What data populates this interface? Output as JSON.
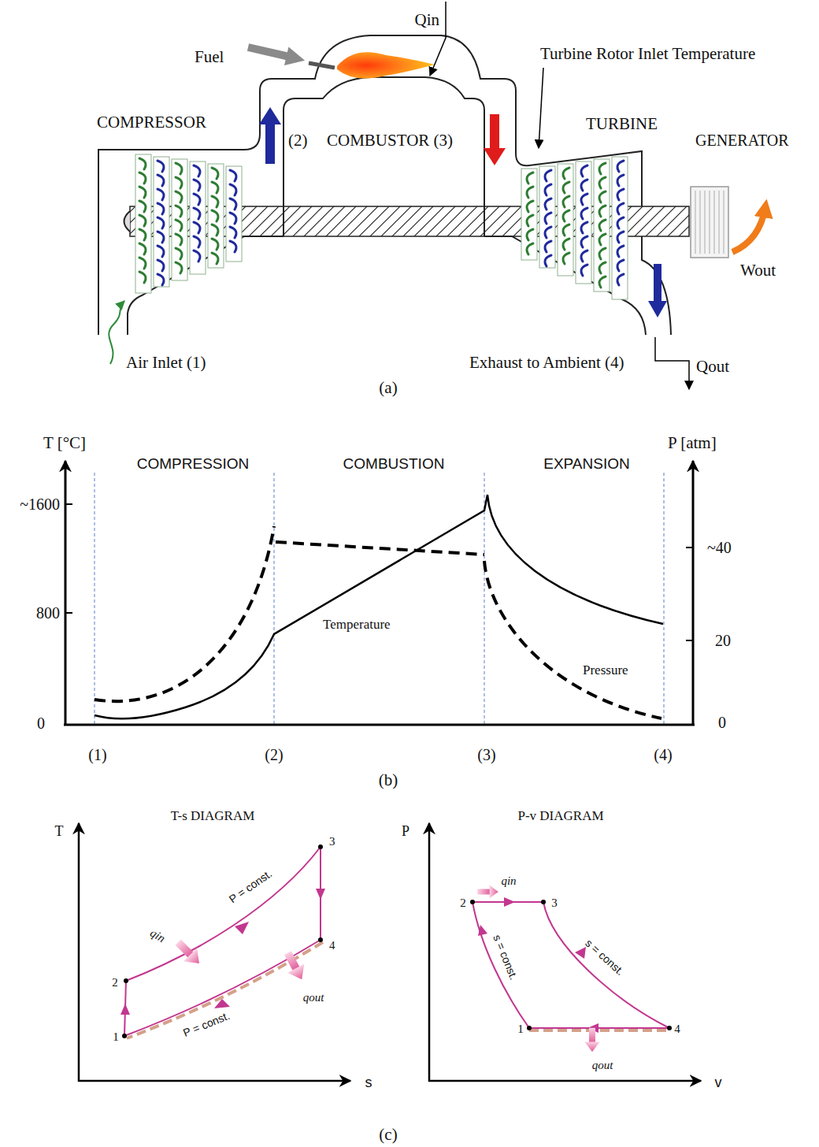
{
  "diagram": {
    "labels": [
      "Qin",
      "Fuel",
      "Turbine Rotor Inlet Temperature",
      "COMPRESSOR",
      "(2)",
      "COMBUSTOR (3)",
      "TURBINE",
      "GENERATOR",
      "Wout",
      "Air Inlet (1)",
      "Exhaust to Ambient (4)",
      "Qout",
      "(a)",
      "T [°C]",
      "COMPRESSION",
      "COMBUSTION",
      "EXPANSION",
      "P [atm]",
      "~1600",
      "~40",
      "800",
      "Temperature",
      "20",
      "Pressure",
      "0",
      "0",
      "(1)",
      "(2)",
      "(3)",
      "(4)",
      "(b)",
      "T-s DIAGRAM",
      "P-v DIAGRAM",
      "T",
      "P",
      "3",
      "P = const.",
      "qin",
      "2",
      "4",
      "qout",
      "1",
      "P = const.",
      "s",
      "qin",
      "2",
      "3",
      "s = const.",
      "s = const.",
      "1",
      "4",
      "qout",
      "v",
      "(c)"
    ]
  }
}
